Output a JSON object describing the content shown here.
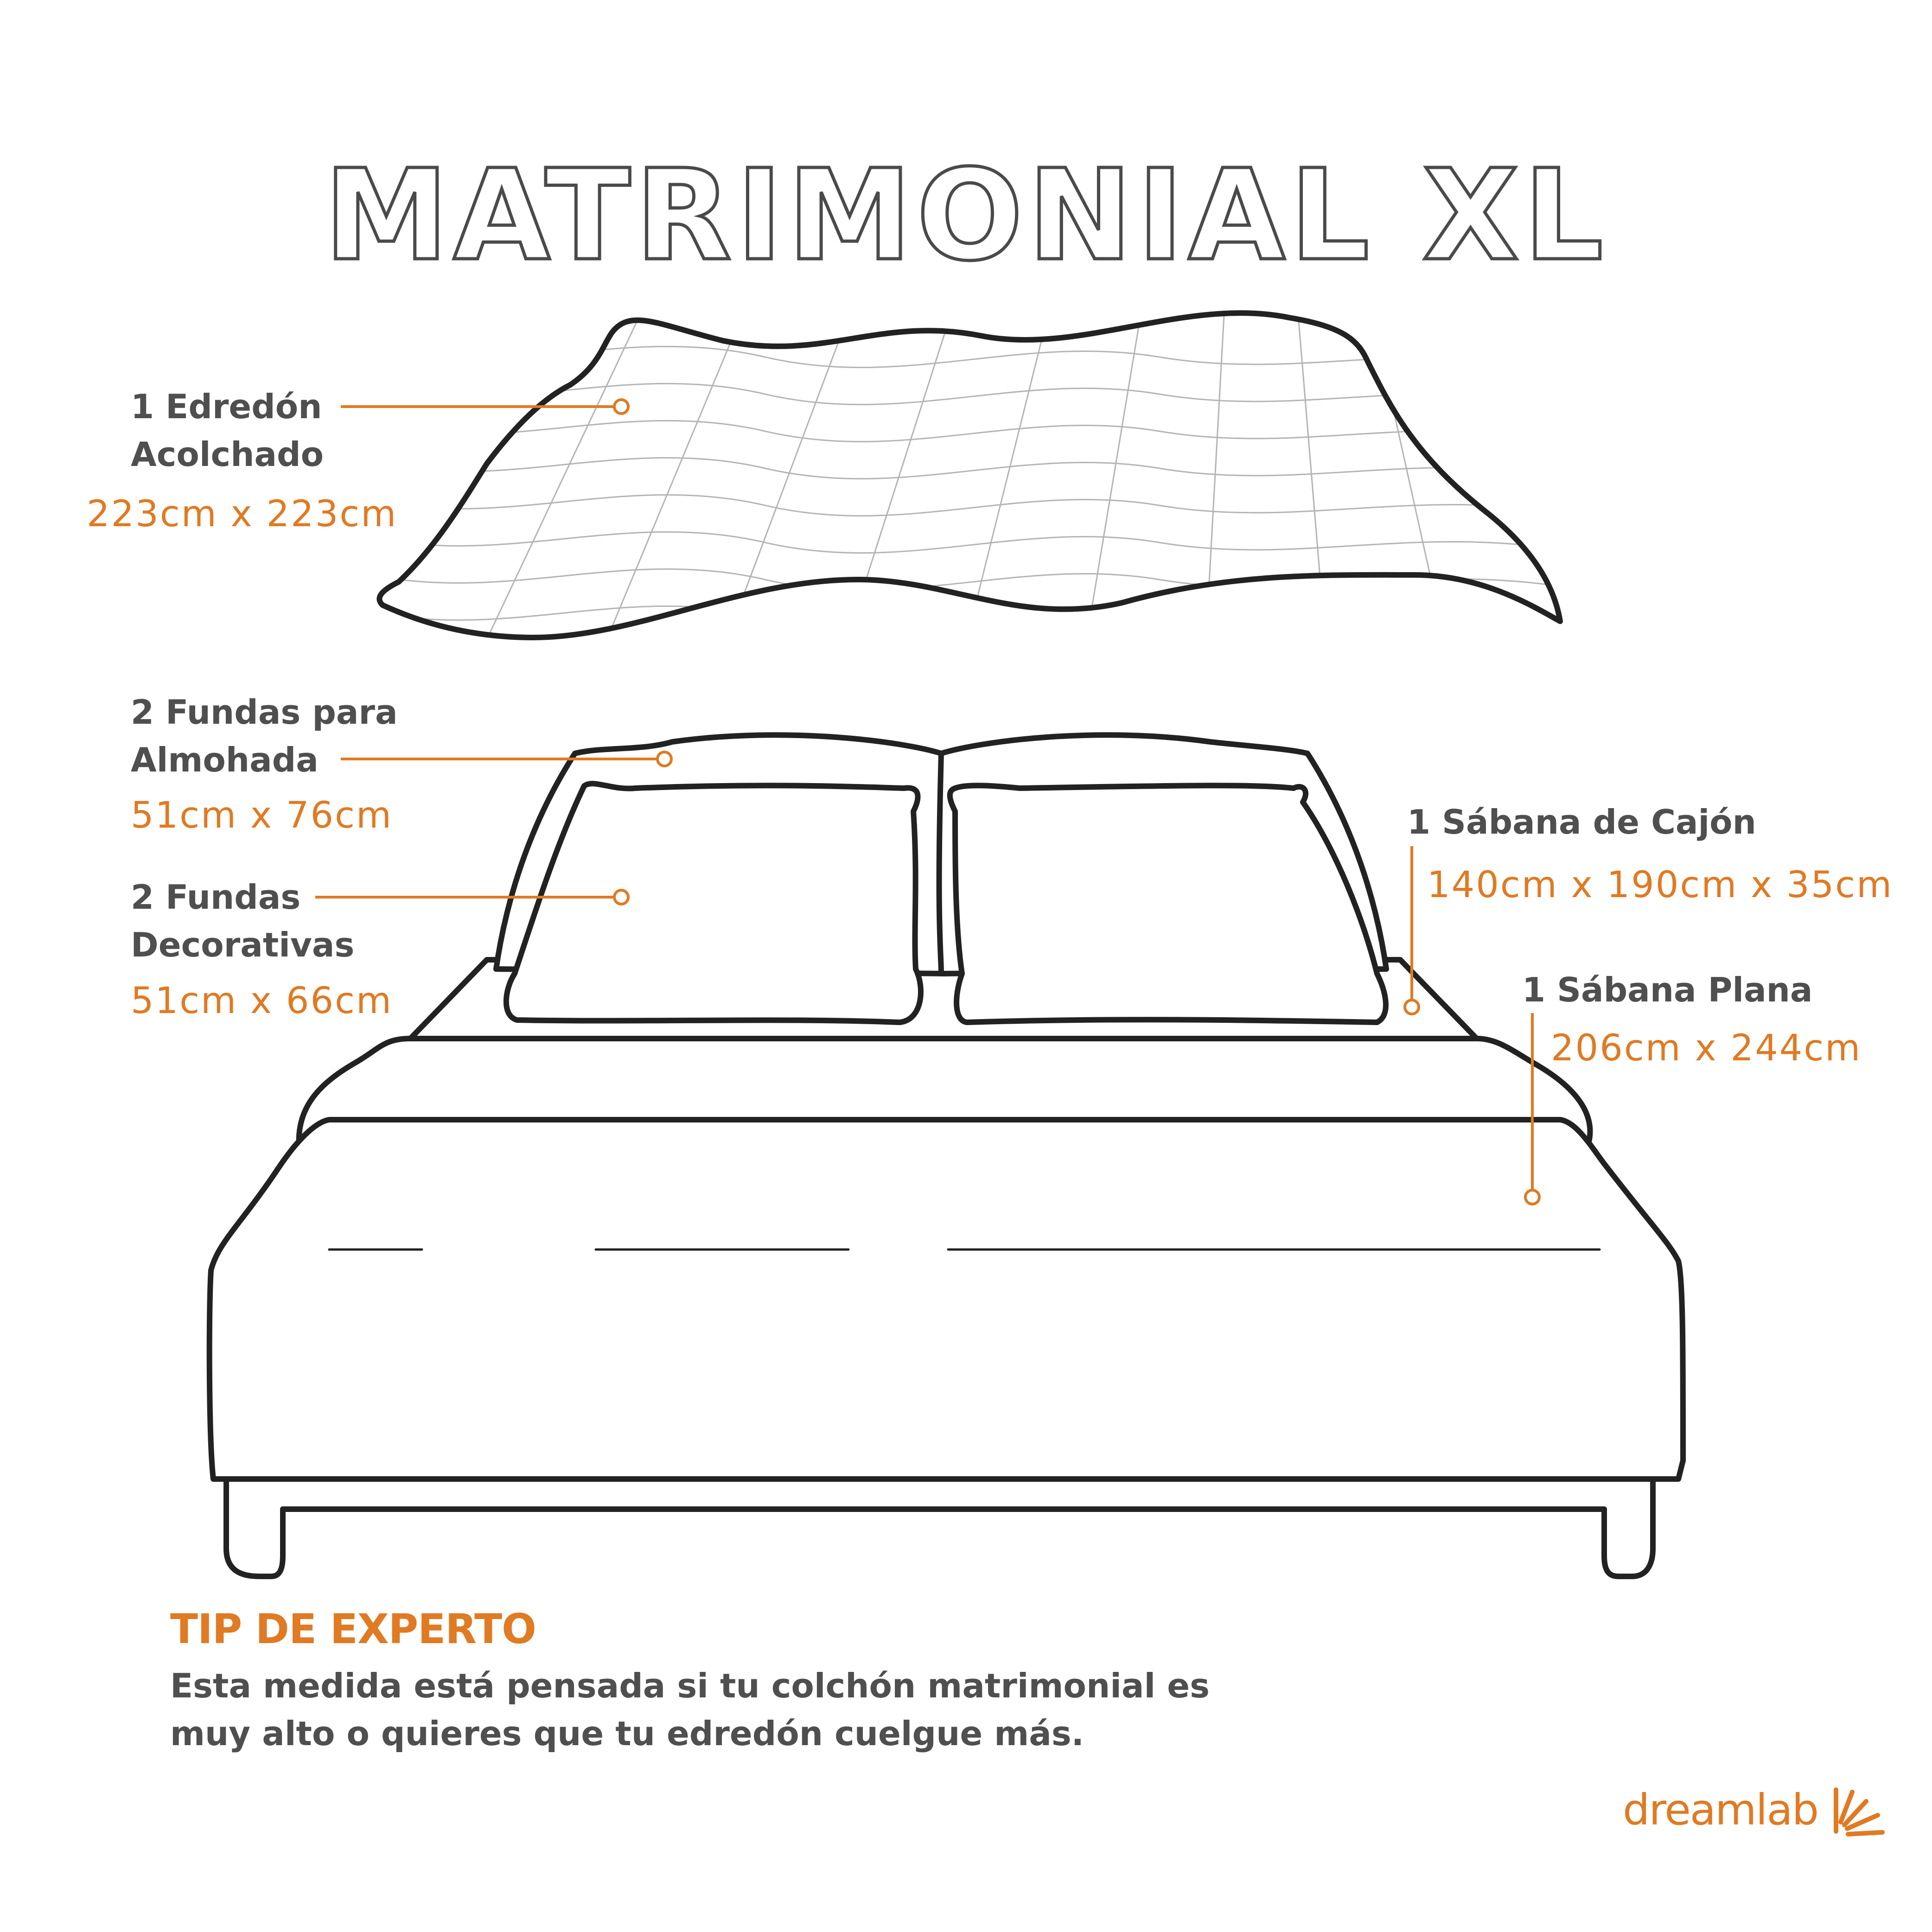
{
  "title": "MATRIMONIAL XL",
  "items": {
    "comforter": {
      "line1": "1 Edredón",
      "line2": "Acolchado",
      "size": "223cm x 223cm"
    },
    "pillow_cases": {
      "line1": "2 Fundas para",
      "line2": "Almohada",
      "size": "51cm x 76cm"
    },
    "decorative_cases": {
      "line1": "2 Fundas",
      "line2": "Decorativas",
      "size": "51cm x 66cm"
    },
    "fitted_sheet": {
      "label": "1 Sábana de Cajón",
      "size": "140cm x 190cm x 35cm"
    },
    "flat_sheet": {
      "label": "1 Sábana Plana",
      "size": "206cm x 244cm"
    }
  },
  "tip": {
    "heading": "TIP DE EXPERTO",
    "text": "Esta medida está pensada si tu colchón matrimonial es muy alto o quieres que tu edredón cuelgue más."
  },
  "brand": {
    "name": "dreamlab"
  },
  "colors": {
    "accent": "#e07a23",
    "text": "#4f4f4f",
    "outline": "#222222"
  }
}
